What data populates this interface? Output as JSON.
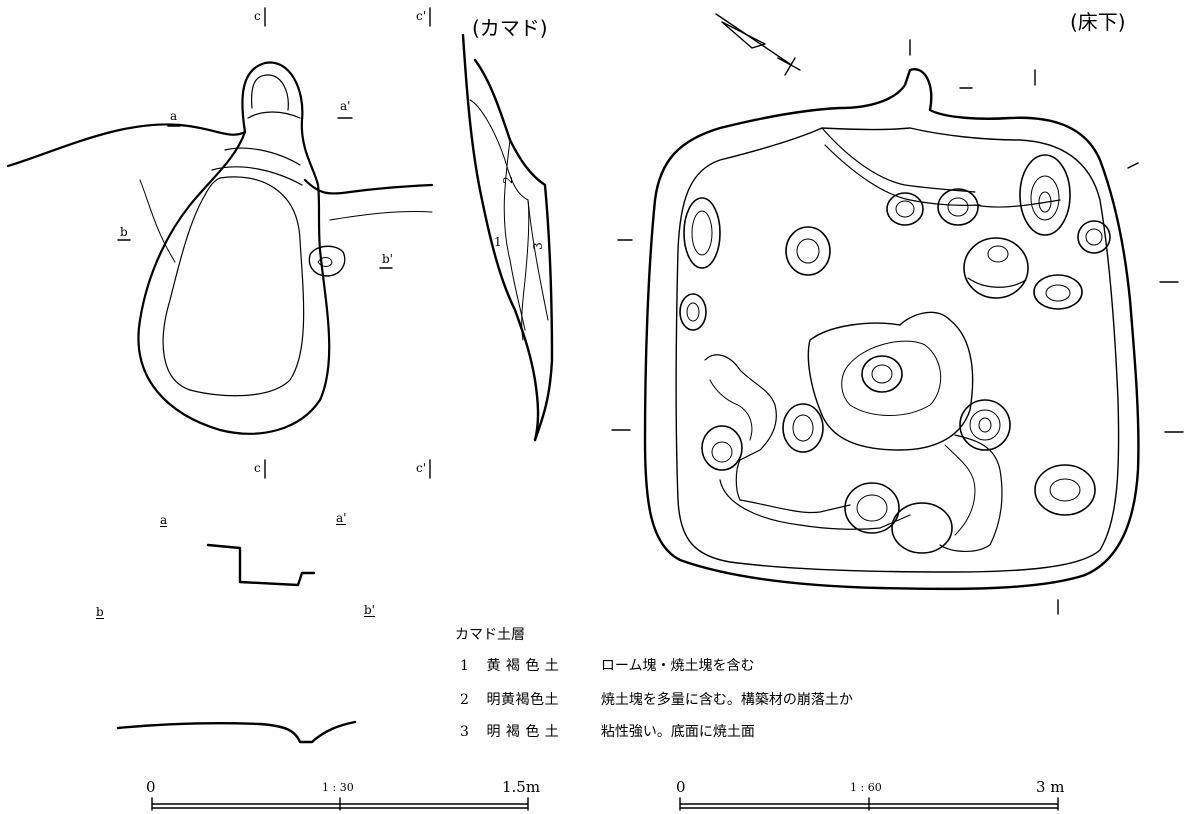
{
  "titles": {
    "kamado": "(カマド)",
    "yukashita": "(床下)"
  },
  "section_marks": {
    "a": "a",
    "a_prime": "a'",
    "b": "b",
    "b_prime": "b'",
    "c": "c",
    "c_prime": "c'",
    "layer_1": "1",
    "layer_2": "2",
    "layer_3": "3"
  },
  "legend": {
    "title": "カマド土層",
    "layers": [
      {
        "num": "1",
        "soil": "黄 褐 色 土",
        "desc": "ローム塊・焼土塊を含む"
      },
      {
        "num": "2",
        "soil": "明黄褐色土",
        "desc": "焼土塊を多量に含む。構築材の崩落土か"
      },
      {
        "num": "3",
        "soil": "明 褐 色 土",
        "desc": "粘性強い。底面に焼土面"
      }
    ]
  },
  "scales": [
    {
      "start": "0",
      "ratio": "1 : 30",
      "end": "1.5m"
    },
    {
      "start": "0",
      "ratio": "1 : 60",
      "end": "3 m"
    }
  ]
}
